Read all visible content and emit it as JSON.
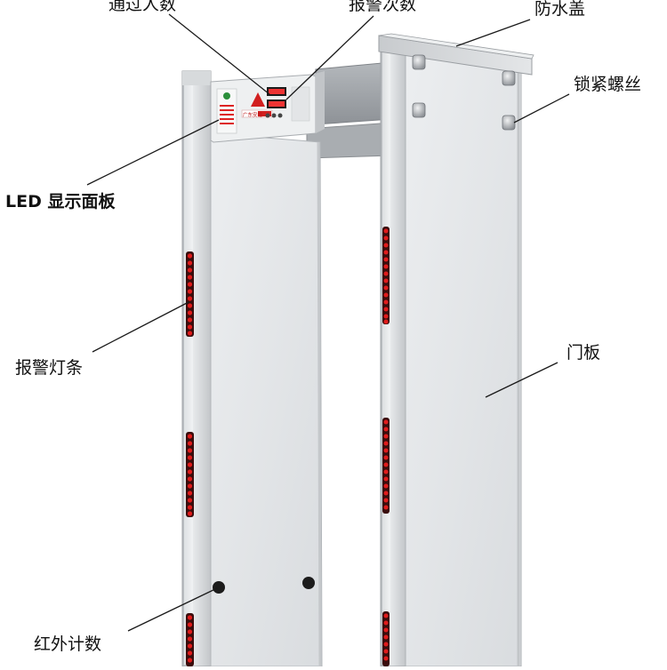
{
  "labels": {
    "pass_count": "通过人数",
    "alarm_count": "报警次数",
    "waterproof_cover": "防水盖",
    "locking_screw": "锁紧螺丝",
    "led_panel": "LED 显示面板",
    "alarm_light_bar": "报警灯条",
    "door_panel": "门板",
    "infrared_count": "红外计数"
  },
  "panel": {
    "brand": "广东安检"
  },
  "colors": {
    "frame": "#c9cccf",
    "frame_light": "#e6e8ea",
    "frame_dark": "#9fa3a7",
    "led_red": "#e01b1b",
    "leader_line": "#1a1a1a"
  }
}
